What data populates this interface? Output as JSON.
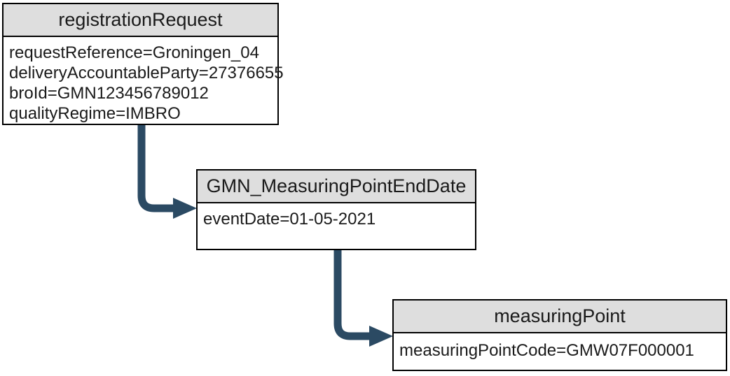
{
  "diagram": {
    "nodes": [
      {
        "title": "registrationRequest",
        "attributes": [
          "requestReference=Groningen_04",
          "deliveryAccountableParty=27376655",
          "broId=GMN123456789012",
          "qualityRegime=IMBRO"
        ]
      },
      {
        "title": "GMN_MeasuringPointEndDate",
        "attributes": [
          "eventDate=01-05-2021"
        ]
      },
      {
        "title": "measuringPoint",
        "attributes": [
          "measuringPointCode=GMW07F000001"
        ]
      }
    ],
    "edges": [
      {
        "from": "registrationRequest",
        "to": "GMN_MeasuringPointEndDate"
      },
      {
        "from": "GMN_MeasuringPointEndDate",
        "to": "measuringPoint"
      }
    ],
    "colors": {
      "arrow": "#2b4a63",
      "header_bg": "#dedede",
      "border": "#000000",
      "background": "#ffffff",
      "text": "#1a1a1a"
    }
  }
}
